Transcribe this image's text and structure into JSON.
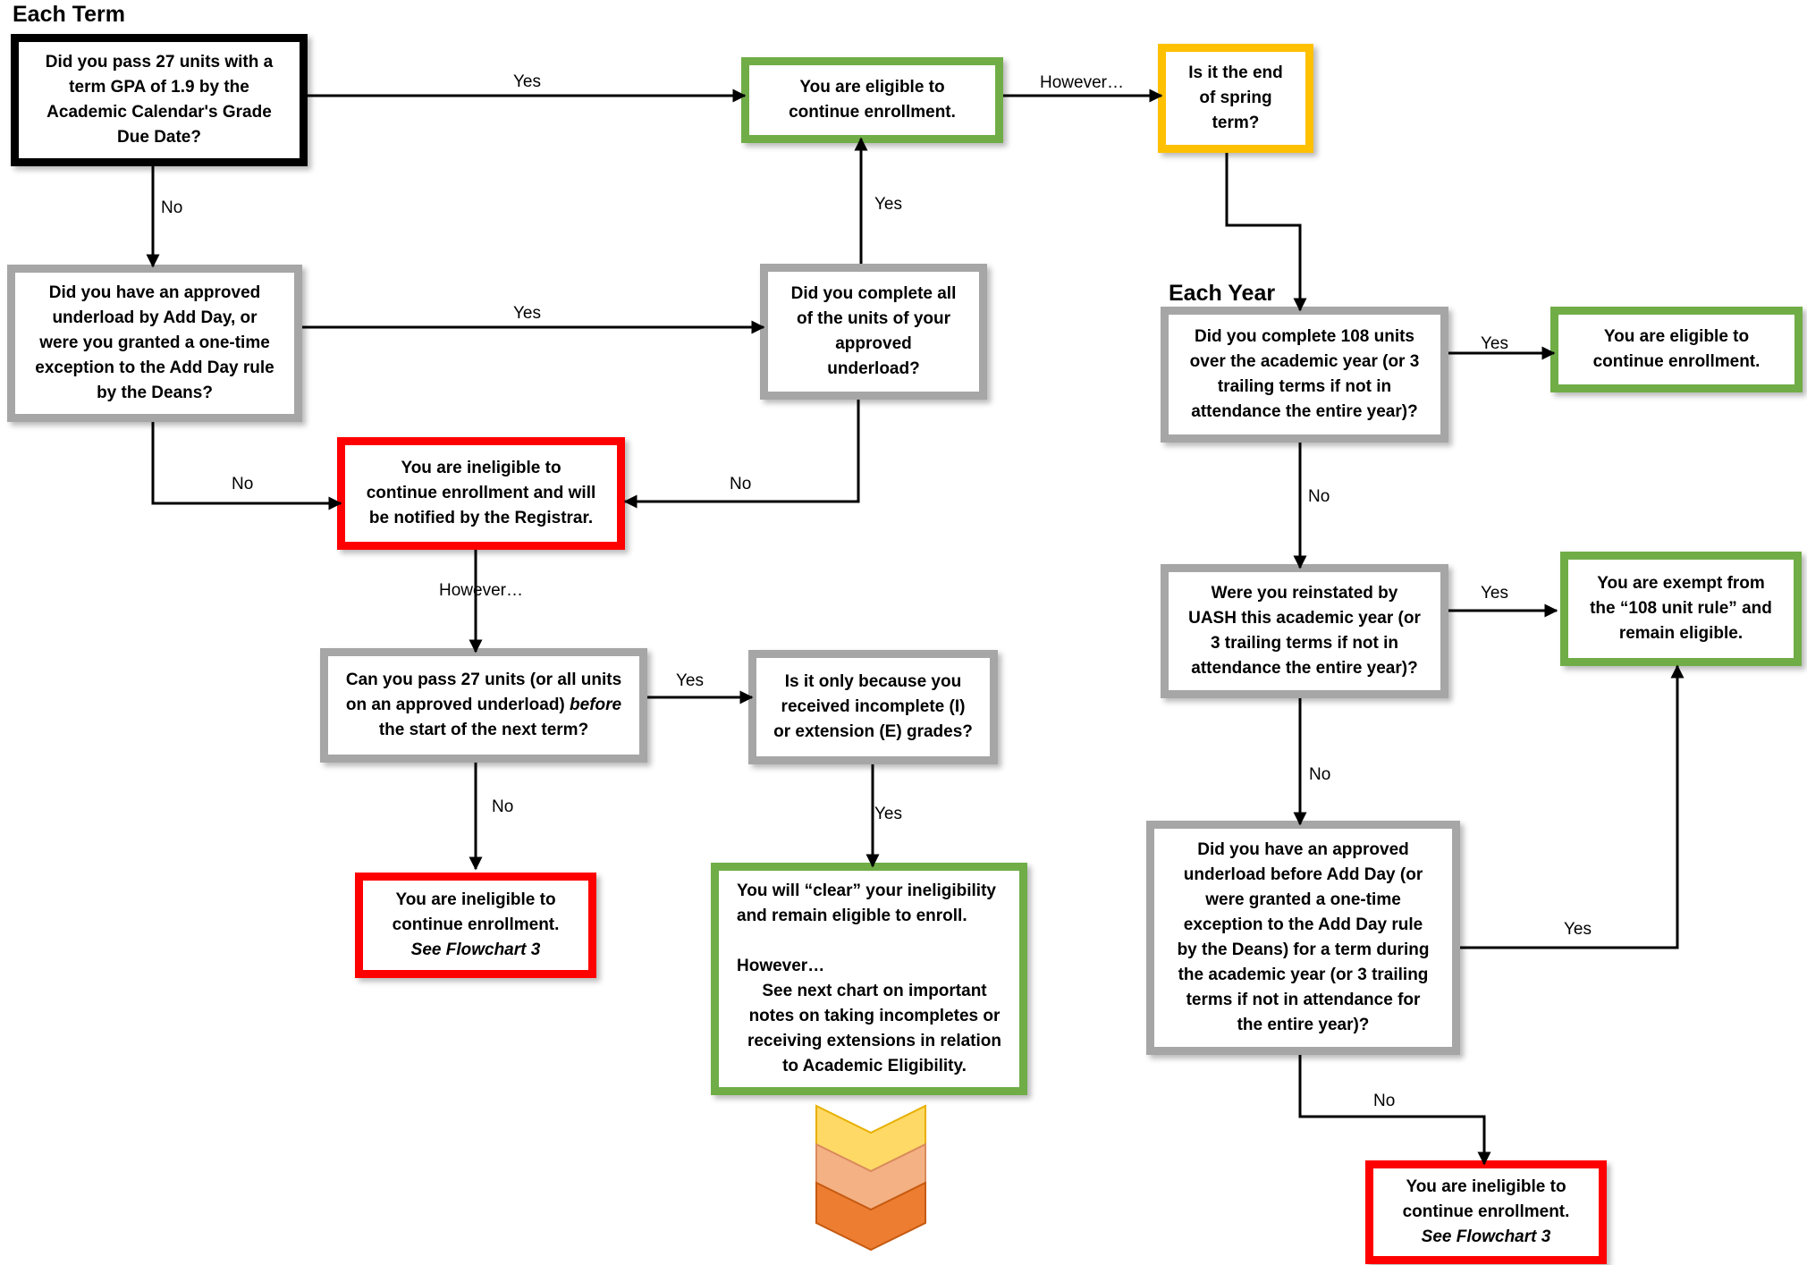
{
  "sections": {
    "each_term": "Each Term",
    "each_year": "Each Year"
  },
  "nodes": {
    "q_pass27": [
      "Did you pass 27 units with a",
      "term GPA of 1.9 by the",
      "Academic Calendar's Grade",
      "Due Date?"
    ],
    "eligible_top": [
      "You are eligible to",
      "continue enrollment."
    ],
    "q_spring": [
      "Is it the end",
      "of spring",
      "term?"
    ],
    "q_underload": [
      "Did you have an approved",
      "underload by Add Day, or",
      "were you granted a one-time",
      "exception to the Add Day rule",
      "by the Deans?"
    ],
    "q_complete_underload": [
      "Did you complete all",
      "of the units of your",
      "approved",
      "underload?"
    ],
    "ineligible_notified": [
      "You are ineligible to",
      "continue enrollment and will",
      "be notified by the Registrar."
    ],
    "q_before_next": {
      "pre": "Can you pass 27 units (or all units",
      "mid_a": "on an approved underload) ",
      "mid_em": "before",
      "post": "the start of the next term?"
    },
    "q_incomplete": [
      "Is it only because you",
      "received incomplete (I)",
      "or extension (E) grades?"
    ],
    "ineligible_fc3_left": {
      "lines": [
        "You are ineligible to",
        "continue enrollment."
      ],
      "note": "See Flowchart 3"
    },
    "clear": {
      "lines": [
        "You will “clear” your ineligibility",
        "and remain eligible to enroll."
      ],
      "however": "However…",
      "notes": [
        "See next chart on important",
        "notes on taking incompletes or",
        "receiving extensions in relation",
        "to Academic Eligibility."
      ]
    },
    "q_108": [
      "Did you complete 108 units",
      "over the academic year (or 3",
      "trailing terms if not in",
      "attendance the entire year)?"
    ],
    "eligible_right": [
      "You are eligible to",
      "continue enrollment."
    ],
    "q_reinstated": [
      "Were you reinstated by",
      "UASH this academic year (or",
      "3 trailing terms if not in",
      "attendance the entire year)?"
    ],
    "exempt": [
      "You are exempt from",
      "the “108 unit rule” and",
      "remain eligible."
    ],
    "q_underload_year": [
      "Did you have an approved",
      "underload before Add Day (or",
      "were granted a one-time",
      "exception to the Add Day rule",
      "by the Deans) for a term during",
      "the academic year (or 3 trailing",
      "terms if not in attendance for",
      "the entire year)?"
    ],
    "ineligible_fc3_right": {
      "lines": [
        "You are ineligible to",
        "continue enrollment."
      ],
      "note": "See Flowchart 3"
    }
  },
  "edge_labels": {
    "yes_1": "Yes",
    "however_1": "However…",
    "no_1": "No",
    "yes_2": "Yes",
    "yes_3": "Yes",
    "no_2": "No",
    "no_3": "No",
    "however_2": "However…",
    "yes_4": "Yes",
    "no_4": "No",
    "yes_5": "Yes",
    "yes_6": "Yes",
    "no_5": "No",
    "yes_7": "Yes",
    "no_6": "No",
    "yes_8": "Yes",
    "no_7": "No"
  },
  "colors": {
    "black": "#000000",
    "gray": "#a6a6a6",
    "green": "#70ad47",
    "red": "#ff0000",
    "yellow": "#ffc000",
    "chevron_1": "#ffd966",
    "chevron_2": "#f4b183",
    "chevron_3": "#ed7d31"
  }
}
